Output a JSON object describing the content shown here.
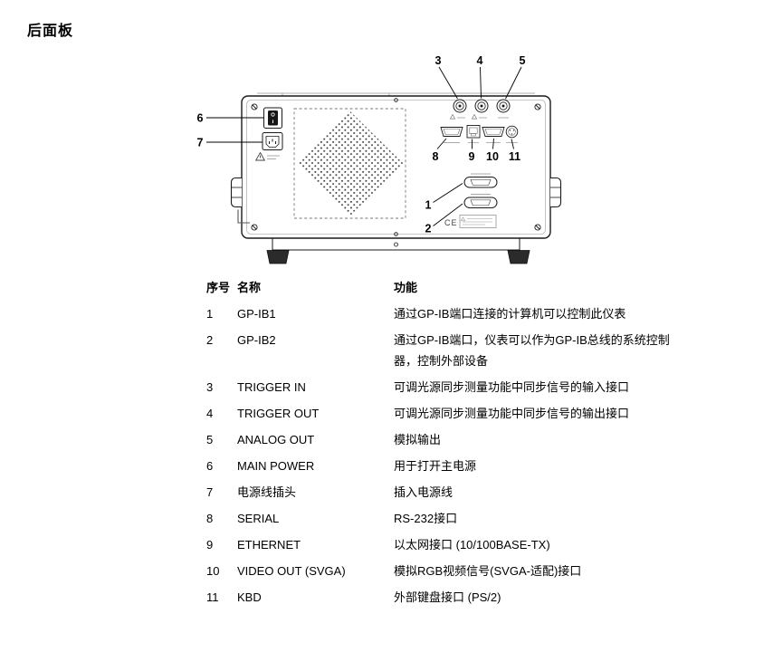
{
  "page": {
    "title": "后面板"
  },
  "diagram": {
    "ce_mark": "CE",
    "callouts": {
      "c1": "1",
      "c2": "2",
      "c3": "3",
      "c4": "4",
      "c5": "5",
      "c6": "6",
      "c7": "7",
      "c8": "8",
      "c9": "9",
      "c10": "10",
      "c11": "11"
    }
  },
  "table": {
    "headers": {
      "no": "序号",
      "name": "名称",
      "func": "功能"
    },
    "rows": [
      {
        "no": "1",
        "name": "GP-IB1",
        "func": "通过GP-IB端口连接的计算机可以控制此仪表"
      },
      {
        "no": "2",
        "name": "GP-IB2",
        "func": "通过GP-IB端口，仪表可以作为GP-IB总线的系统控制器，控制外部设备"
      },
      {
        "no": "3",
        "name": "TRIGGER IN",
        "func": "可调光源同步测量功能中同步信号的输入接口"
      },
      {
        "no": "4",
        "name": "TRIGGER OUT",
        "func": "可调光源同步测量功能中同步信号的输出接口"
      },
      {
        "no": "5",
        "name": "ANALOG OUT",
        "func": "模拟输出"
      },
      {
        "no": "6",
        "name": "MAIN POWER",
        "func": "用于打开主电源"
      },
      {
        "no": "7",
        "name": "电源线插头",
        "func": "插入电源线"
      },
      {
        "no": "8",
        "name": "SERIAL",
        "func": "RS-232接口"
      },
      {
        "no": "9",
        "name": "ETHERNET",
        "func": "以太网接口 (10/100BASE-TX)"
      },
      {
        "no": "10",
        "name": "VIDEO OUT (SVGA)",
        "func": "模拟RGB视频信号(SVGA-适配)接口"
      },
      {
        "no": "11",
        "name": "KBD",
        "func": "外部键盘接口 (PS/2)"
      }
    ]
  }
}
